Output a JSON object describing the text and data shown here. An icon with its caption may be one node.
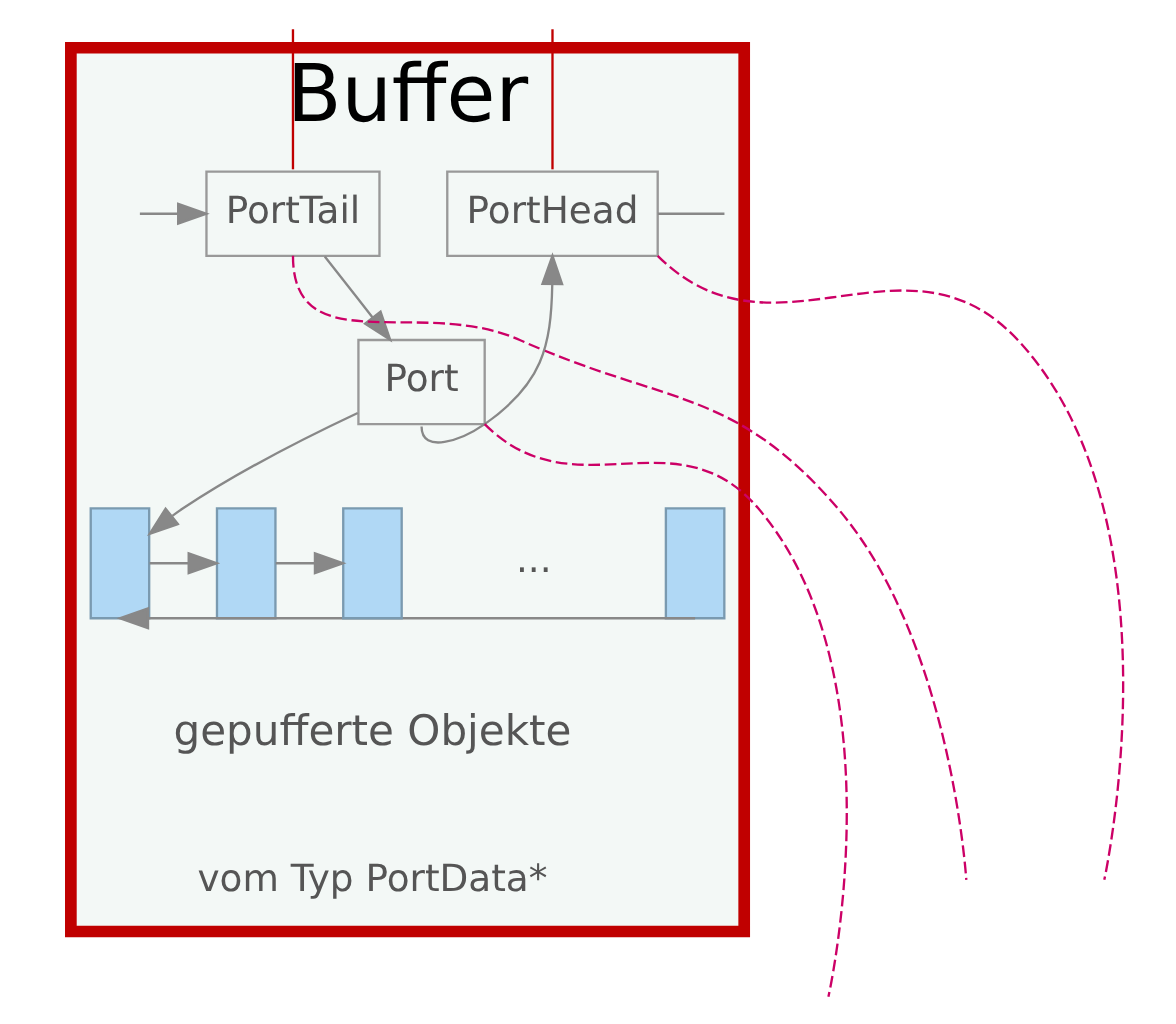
{
  "diagram": {
    "nodes": [
      {
        "text": [
          "Buffer"
        ]
      },
      {
        "text": [
          "PortTail"
        ],
        "in": 0
      },
      {
        "text": [
          "PortHead"
        ],
        "in": 0
      },
      {
        "text": [
          "Port"
        ],
        "in": 0
      },
      {
        "text": [],
        "shape": "box",
        "in": 0
      },
      {
        "text": [],
        "shape": "box",
        "in": 0
      },
      {
        "text": [],
        "shape": "box",
        "in": 0
      },
      {
        "text": [],
        "shape": "box",
        "in": 0
      }
    ],
    "edges": [
      {
        "from": 1,
        "to": null,
        "arrow": "none",
        "style": "dashed",
        "color": "#cc0066"
      },
      {
        "from": null,
        "to": 1,
        "arrow": "none",
        "color": "#c00000"
      },
      {
        "from": null,
        "to": 1,
        "arrow": "to"
      },
      {
        "from": 2,
        "to": null,
        "arrow": "none",
        "style": "dashed",
        "color": "#cc0066"
      },
      {
        "from": 2,
        "to": null,
        "arrow": "none",
        "color": "#c00000"
      },
      {
        "from": 2,
        "to": null,
        "arrow": "none"
      },
      {
        "from": 1,
        "to": 3,
        "arrow": "to"
      },
      {
        "from": 3,
        "to": 2,
        "arrow": "to"
      },
      {
        "from": 3,
        "to": 4,
        "arrow": "to"
      },
      {
        "from": 4,
        "to": 5,
        "arrow": "to"
      },
      {
        "from": 5,
        "to": 6,
        "arrow": "to"
      },
      {
        "from": 7,
        "to": 4,
        "arrow": "to"
      },
      {
        "from": 3,
        "to": null,
        "arrow": "none",
        "style": "dashed",
        "color": "#cc0066"
      }
    ],
    "labels": [
      "...",
      "gepufferte Objekte",
      "vom Typ PortData*"
    ]
  }
}
